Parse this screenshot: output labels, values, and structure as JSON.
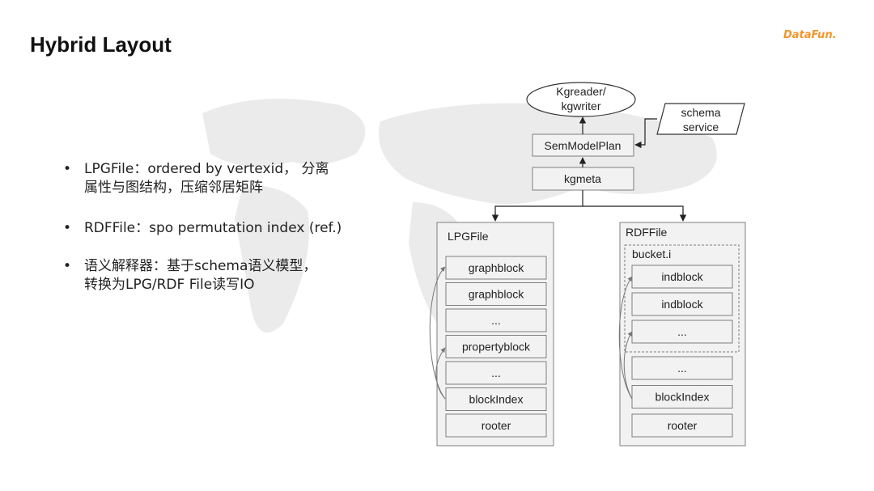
{
  "slide": {
    "title": "Hybrid Layout",
    "logo_text": "DataFun."
  },
  "bullets": [
    {
      "line1": "LPGFile：ordered by vertexid， 分离",
      "line2": "属性与图结构，压缩邻居矩阵"
    },
    {
      "line1": "RDFFile：spo permutation index (ref.)",
      "line2": ""
    },
    {
      "line1": "语义解释器：基于schema语义模型，",
      "line2": "转换为LPG/RDF File读写IO"
    }
  ],
  "diagram": {
    "kgreader": {
      "line1": "Kgreader/",
      "line2": "kgwriter"
    },
    "schema_service": {
      "line1": "schema",
      "line2": "service"
    },
    "semmodelplan": "SemModelPlan",
    "kgmeta": "kgmeta",
    "lpgfile": {
      "label": "LPGFile",
      "blocks": [
        "graphblock",
        "graphblock",
        "...",
        "propertyblock",
        "...",
        "blockIndex",
        "rooter"
      ]
    },
    "rdffile": {
      "label": "RDFFile",
      "bucket_label": "bucket.i",
      "bucket_blocks": [
        "indblock",
        "indblock",
        "..."
      ],
      "blocks": [
        "...",
        "blockIndex",
        "rooter"
      ]
    }
  },
  "colors": {
    "box_fill": "#f2f2f2",
    "box_stroke": "#7f7f7f",
    "container_fill": "#f2f2f2",
    "line": "#222222",
    "logo": "#f0962a"
  }
}
